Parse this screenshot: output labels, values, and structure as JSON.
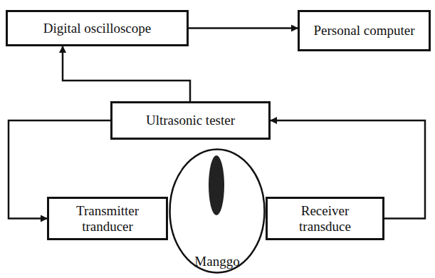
{
  "diagram": {
    "nodes": [
      {
        "text": [
          "Digital oscilloscope"
        ]
      },
      {
        "text": [
          "Personal computer"
        ]
      },
      {
        "text": [
          "Ultrasonic tester"
        ]
      },
      {
        "text": [
          "Transmitter tranducer"
        ]
      },
      {
        "text": [
          "Manggo"
        ]
      },
      {
        "text": [
          "Receiver transduce"
        ]
      }
    ],
    "edges": [
      {
        "from": 0,
        "to": 1,
        "arrow": "to"
      },
      {
        "from": 2,
        "to": 0,
        "arrow": "to"
      },
      {
        "from": 2,
        "to": 3,
        "arrow": "to"
      },
      {
        "from": 5,
        "to": 2,
        "arrow": "to"
      }
    ]
  }
}
